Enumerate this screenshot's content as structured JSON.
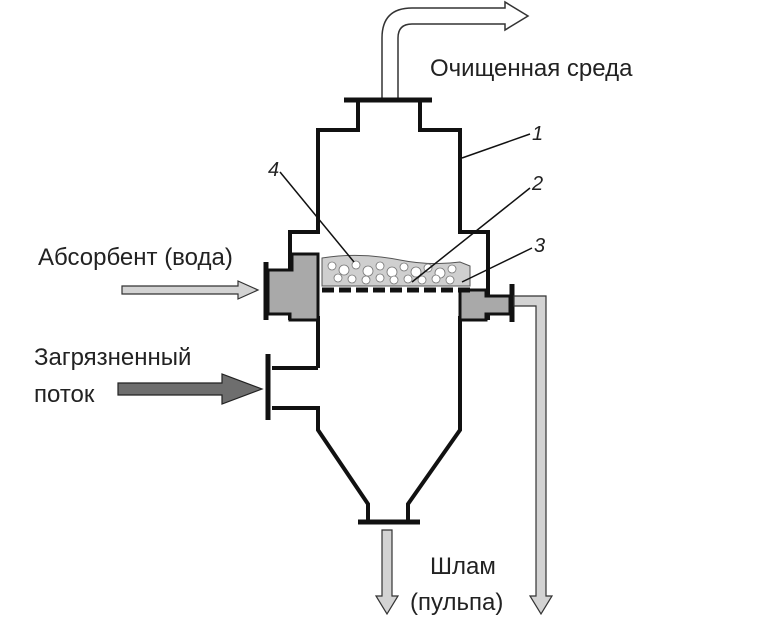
{
  "labels": {
    "clean_medium": "Очищенная среда",
    "absorbent": "Абсорбент (вода)",
    "polluted_line1": "Загрязненный",
    "polluted_line2": "поток",
    "sludge_line1": "Шлам",
    "sludge_line2": "(пульпа)"
  },
  "callouts": {
    "c1": "1",
    "c2": "2",
    "c3": "3",
    "c4": "4"
  },
  "colors": {
    "outline": "#111111",
    "fill_gray": "#a9a9a9",
    "light_arrow": "#d3d3d3",
    "dark_arrow": "#6e6e6e"
  }
}
